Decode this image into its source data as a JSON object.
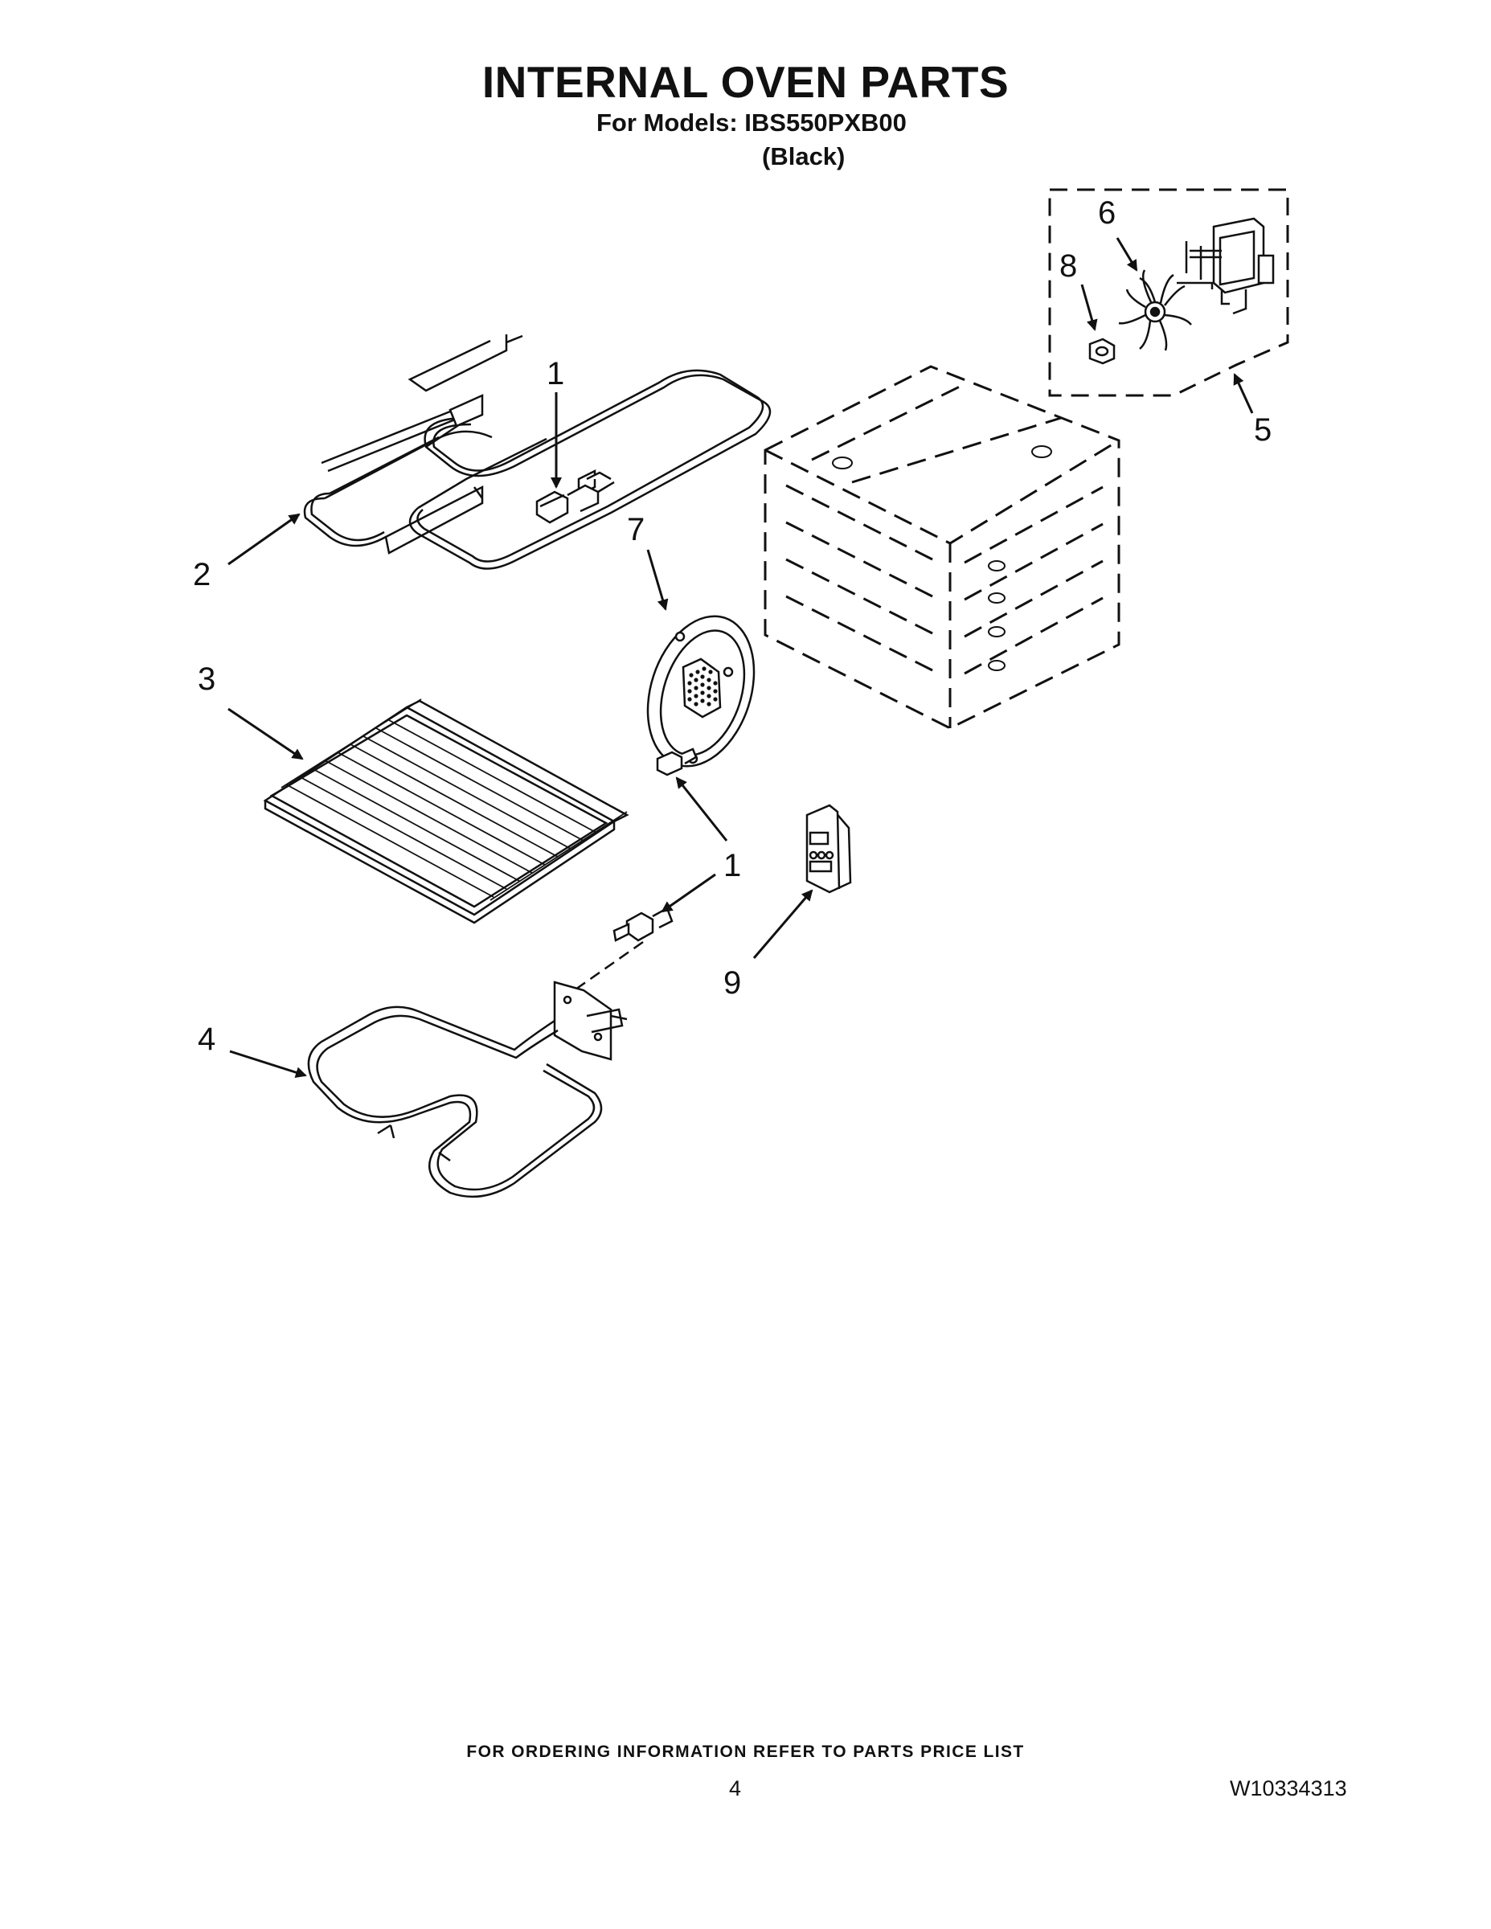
{
  "header": {
    "title": "INTERNAL OVEN PARTS",
    "models_line": "For Models: IBS550PXB00",
    "color_line": "(Black)"
  },
  "callouts": [
    {
      "id": "c1a",
      "label": "1"
    },
    {
      "id": "c2",
      "label": "2"
    },
    {
      "id": "c3",
      "label": "3"
    },
    {
      "id": "c4",
      "label": "4"
    },
    {
      "id": "c5",
      "label": "5"
    },
    {
      "id": "c6",
      "label": "6"
    },
    {
      "id": "c7",
      "label": "7"
    },
    {
      "id": "c8",
      "label": "8"
    },
    {
      "id": "c1b",
      "label": "1"
    },
    {
      "id": "c9",
      "label": "9"
    }
  ],
  "footer": {
    "ordering_note": "FOR ORDERING INFORMATION REFER TO PARTS PRICE LIST",
    "page_number": "4",
    "document_number": "W10334313"
  },
  "colors": {
    "ink": "#111111",
    "background": "#ffffff",
    "shade": "#9a9a9a"
  }
}
